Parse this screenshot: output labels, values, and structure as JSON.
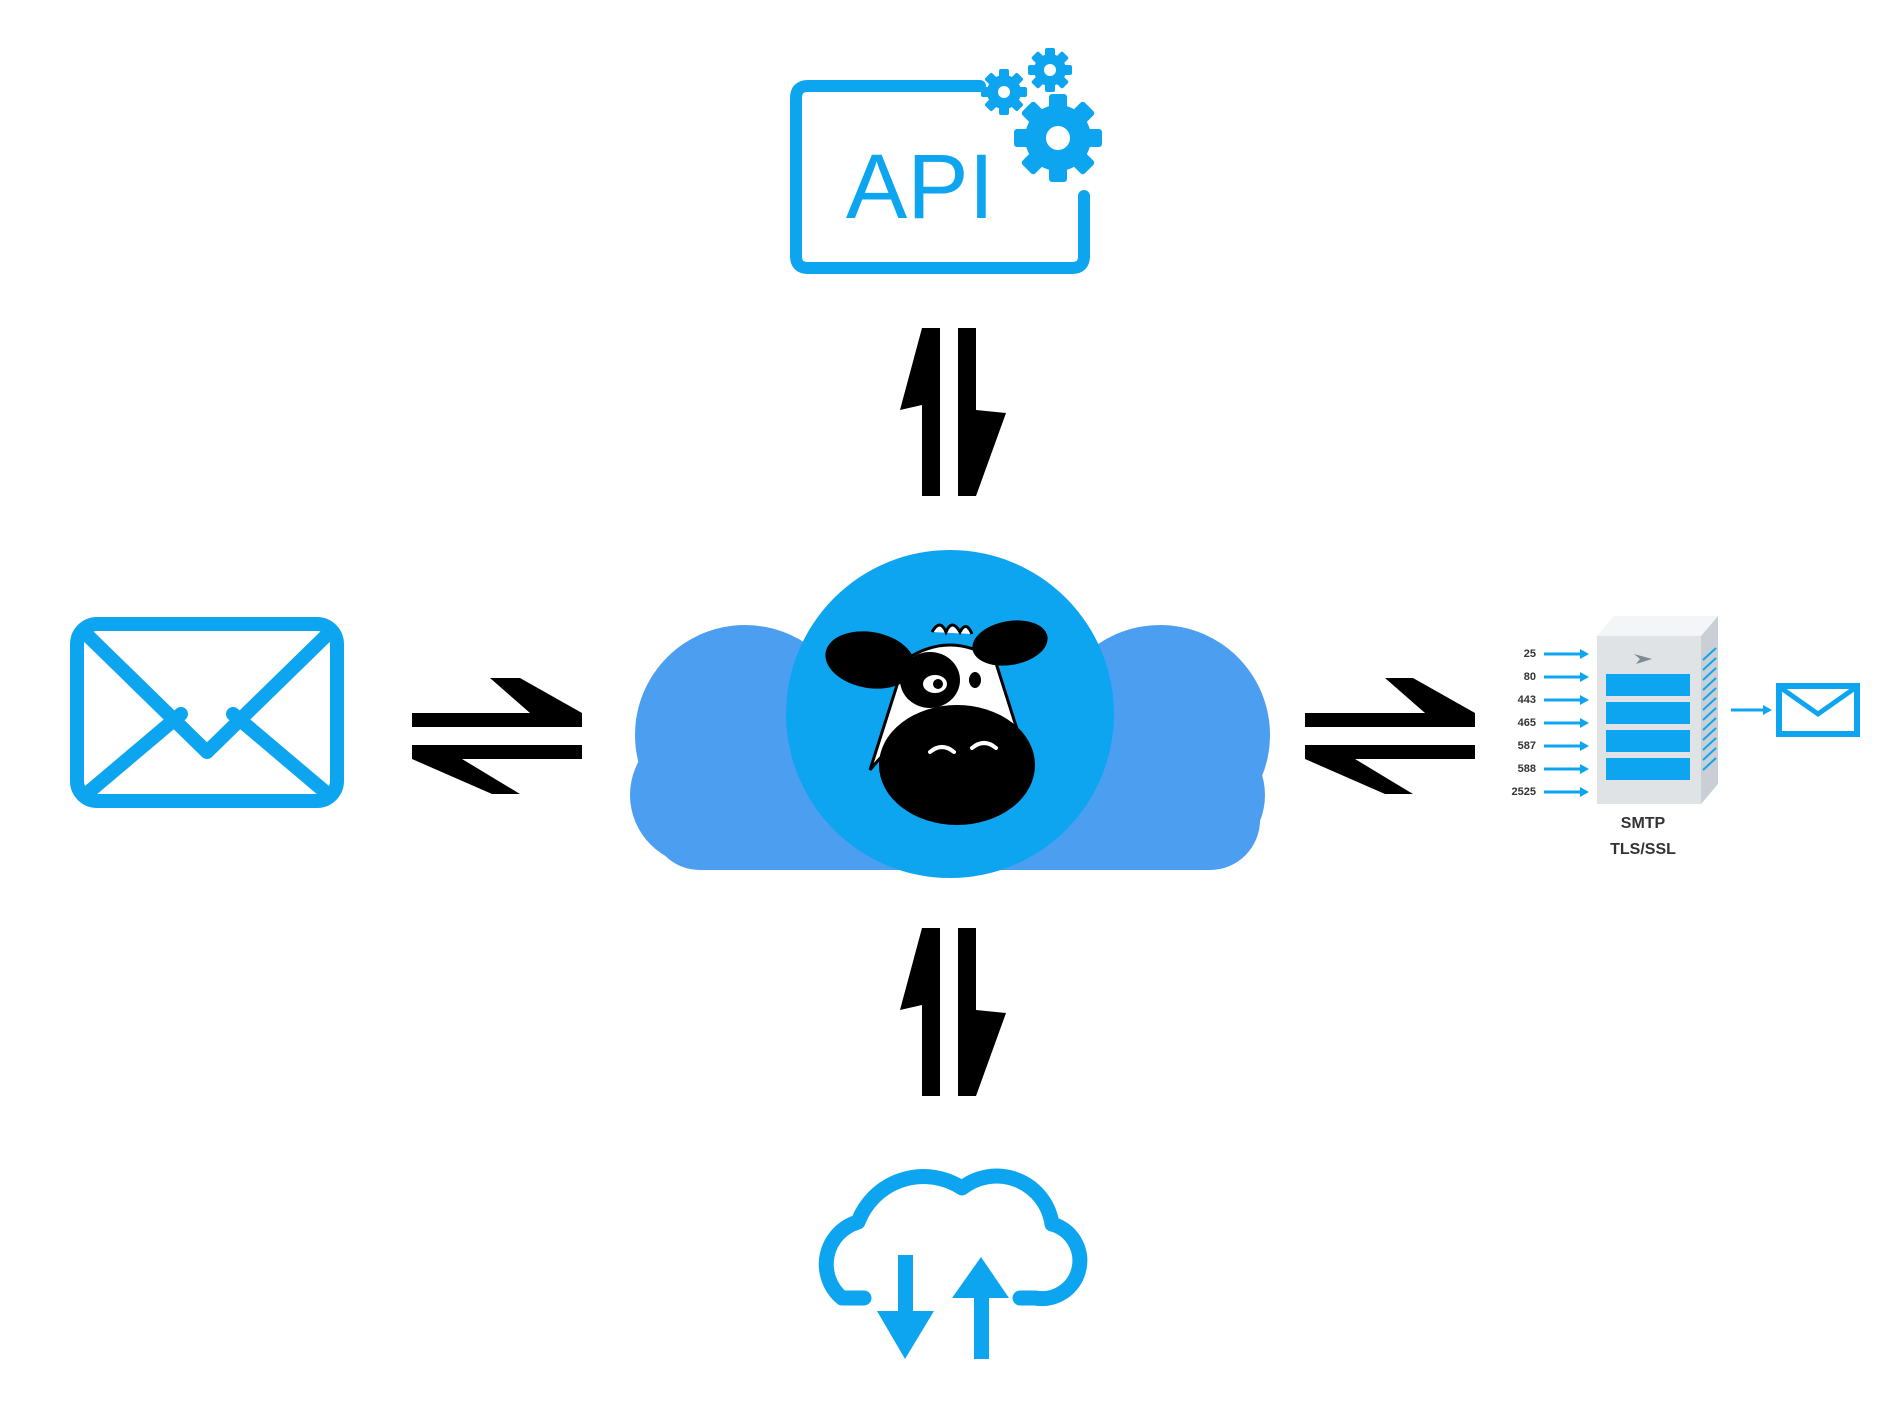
{
  "api_node": {
    "label": "API",
    "icon": "api-gear-icon"
  },
  "email_node": {
    "icon": "envelope-icon"
  },
  "hub_node": {
    "icon": "cow-cloud-logo"
  },
  "cloud_transfer_node": {
    "icon": "cloud-upload-download-icon"
  },
  "smtp_node": {
    "icon": "smtp-server-icon",
    "ports": [
      "25",
      "80",
      "443",
      "465",
      "587",
      "588",
      "2525"
    ],
    "title": "SMTP",
    "subtitle": "TLS/SSL"
  },
  "colors": {
    "accent": "#0ea5f0",
    "cloud": "#4c9ff0",
    "arrow": "#000000",
    "server": "#dfe3e6"
  }
}
